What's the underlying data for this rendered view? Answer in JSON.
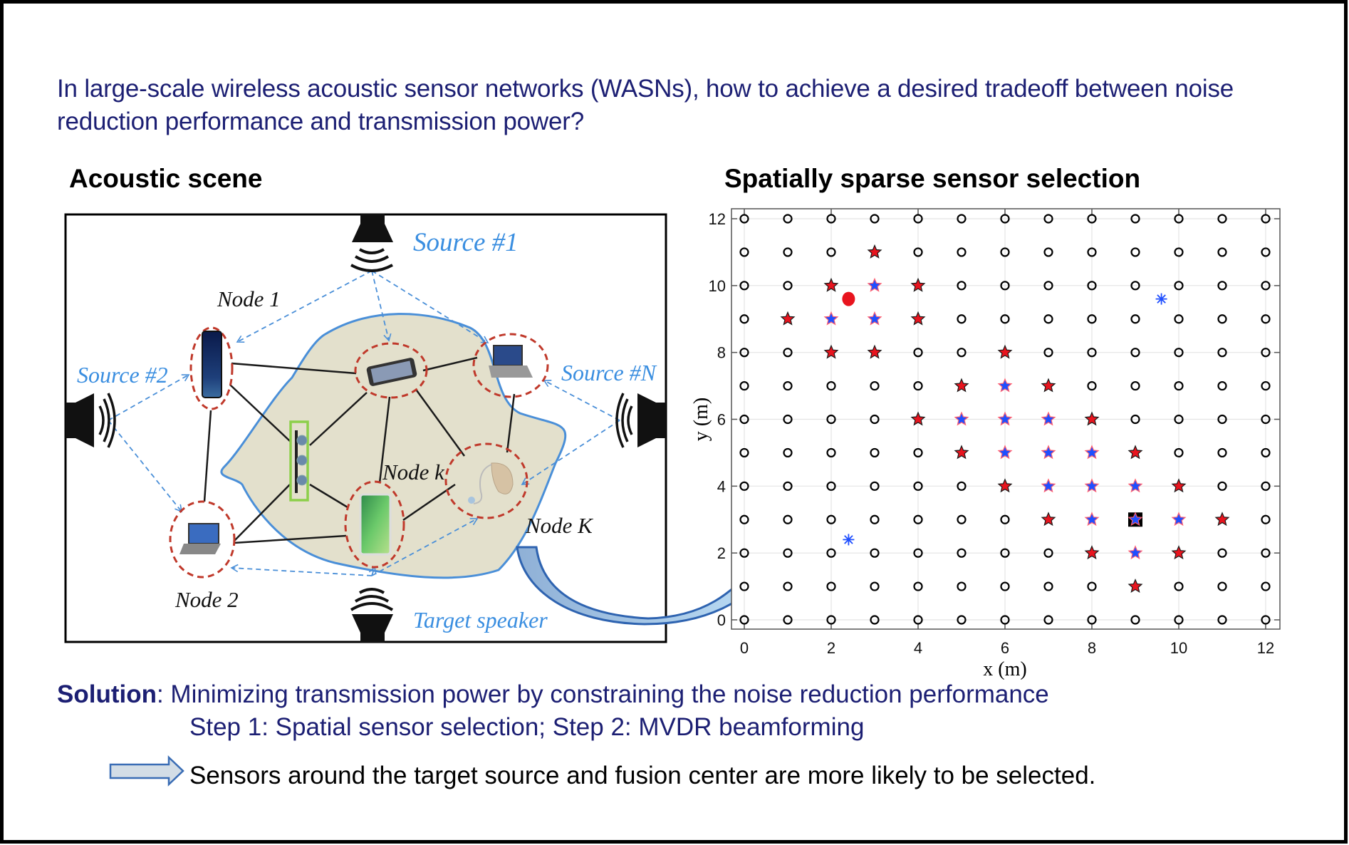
{
  "question": "In large-scale wireless acoustic sensor networks (WASNs), how to achieve a desired tradeoff between noise reduction performance and transmission power?",
  "left_panel": {
    "heading": "Acoustic scene",
    "labels": {
      "source1": "Source #1",
      "source2": "Source #2",
      "sourceN": "Source #N",
      "target": "Target speaker",
      "node1": "Node 1",
      "node2": "Node 2",
      "nodek": "Node k",
      "nodeK": "Node K"
    },
    "colors": {
      "region_fill": "#e3e0cc",
      "region_stroke": "#4a8fd8",
      "node_ring": "#c0392b",
      "link": "#1a1a1a",
      "signal": "#4a8fd8",
      "source_label": "#3a8ee0",
      "fusion_box": "#8ccf4a"
    }
  },
  "right_panel": {
    "heading": "Spatially sparse sensor selection"
  },
  "chart_data": {
    "type": "scatter",
    "title": "Spatially sparse sensor selection",
    "xlabel": "x (m)",
    "ylabel": "y (m)",
    "xlim": [
      -0.4,
      12.4
    ],
    "ylim": [
      -0.3,
      12.3
    ],
    "xticks": [
      0,
      2,
      4,
      6,
      8,
      10,
      12
    ],
    "yticks": [
      0,
      2,
      4,
      6,
      8,
      10,
      12
    ],
    "grid": true,
    "series": [
      {
        "name": "candidate sensors",
        "marker": "open-circle",
        "color": "#000000",
        "grid_x": [
          0,
          12
        ],
        "grid_y": [
          0,
          12
        ],
        "step": 1
      },
      {
        "name": "selected (red)",
        "marker": "star",
        "color": "#e8141e",
        "points": [
          [
            3,
            11
          ],
          [
            2,
            10
          ],
          [
            4,
            10
          ],
          [
            1,
            9
          ],
          [
            4,
            9
          ],
          [
            2,
            8
          ],
          [
            3,
            8
          ],
          [
            6,
            8
          ],
          [
            5,
            7
          ],
          [
            7,
            7
          ],
          [
            4,
            6
          ],
          [
            8,
            6
          ],
          [
            5,
            5
          ],
          [
            9,
            5
          ],
          [
            6,
            4
          ],
          [
            10,
            4
          ],
          [
            7,
            3
          ],
          [
            11,
            3
          ],
          [
            8,
            2
          ],
          [
            10,
            2
          ],
          [
            9,
            1
          ]
        ]
      },
      {
        "name": "selected (blue)",
        "marker": "star",
        "color": "#1f4fff",
        "points": [
          [
            3,
            10
          ],
          [
            2,
            9
          ],
          [
            3,
            9
          ],
          [
            6,
            7
          ],
          [
            5,
            6
          ],
          [
            6,
            6
          ],
          [
            7,
            6
          ],
          [
            6,
            5
          ],
          [
            7,
            5
          ],
          [
            8,
            5
          ],
          [
            7,
            4
          ],
          [
            8,
            4
          ],
          [
            9,
            4
          ],
          [
            8,
            3
          ],
          [
            9,
            3
          ],
          [
            10,
            3
          ],
          [
            9,
            2
          ]
        ]
      },
      {
        "name": "fusion center",
        "marker": "filled-square",
        "color": "#000000",
        "points": [
          [
            9,
            3
          ]
        ]
      },
      {
        "name": "target source",
        "marker": "filled-circle",
        "color": "#e8141e",
        "points": [
          [
            2.4,
            9.6
          ]
        ]
      },
      {
        "name": "interferers",
        "marker": "asterisk",
        "color": "#1f4fff",
        "points": [
          [
            9.6,
            9.6
          ],
          [
            2.4,
            2.4
          ]
        ]
      }
    ]
  },
  "solution": {
    "label": "Solution",
    "text": ": Minimizing transmission power by constraining the noise reduction performance",
    "steps": "Step 1: Spatial sensor selection; Step 2: MVDR beamforming"
  },
  "conclusion": "Sensors around the target source and fusion center are more likely to be selected."
}
